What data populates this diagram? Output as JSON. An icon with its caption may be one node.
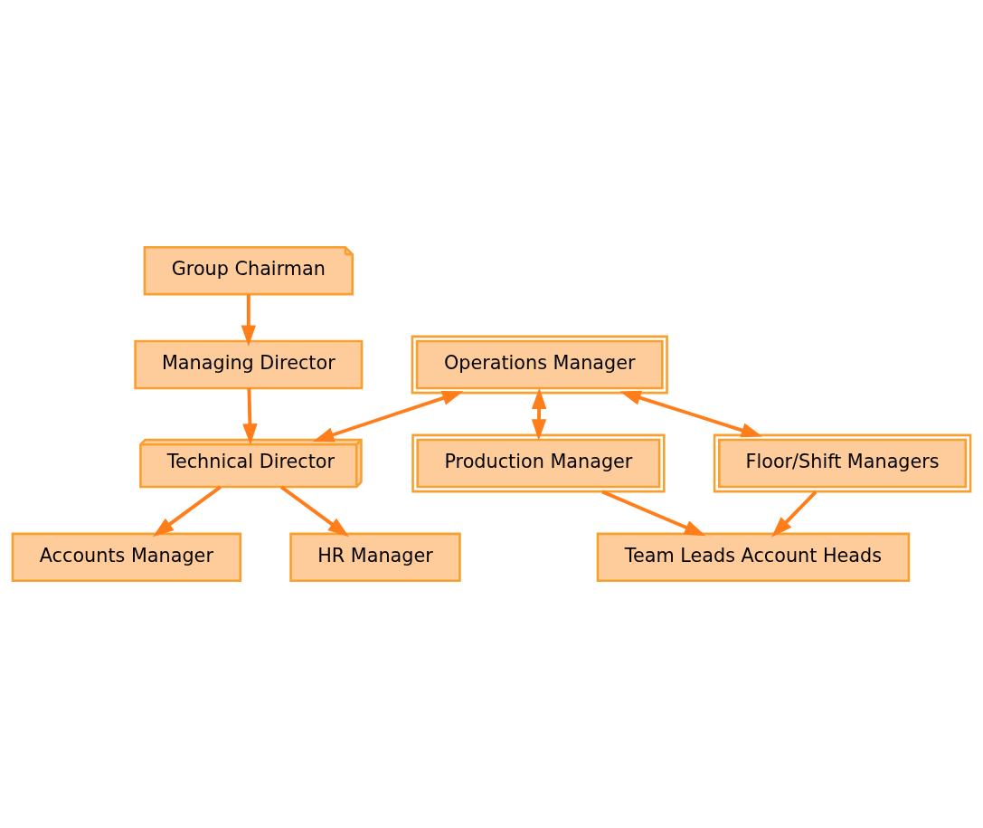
{
  "diagram": {
    "nodes": [
      {
        "text": [
          "Group Chairman"
        ]
      },
      {
        "text": [
          "Managing Director"
        ]
      },
      {
        "text": [
          "Technical Director"
        ]
      },
      {
        "text": [
          "Accounts Manager"
        ]
      },
      {
        "text": [
          "HR Manager"
        ]
      },
      {
        "text": [
          "Operations Manager"
        ]
      },
      {
        "text": [
          "Production Manager"
        ]
      },
      {
        "text": [
          "Floor/Shift Managers"
        ]
      },
      {
        "text": [
          "Team Leads Account Heads"
        ]
      }
    ],
    "edges": [
      {
        "from": 0,
        "to": 1,
        "arrow": "to"
      },
      {
        "from": 1,
        "to": 2,
        "arrow": "to"
      },
      {
        "from": 2,
        "to": 3,
        "arrow": "to"
      },
      {
        "from": 2,
        "to": 4,
        "arrow": "to"
      },
      {
        "from": 5,
        "to": 2,
        "arrow": "both"
      },
      {
        "from": 5,
        "to": 6,
        "arrow": "both"
      },
      {
        "from": 5,
        "to": 7,
        "arrow": "both"
      },
      {
        "from": 6,
        "to": 8,
        "arrow": "to"
      },
      {
        "from": 7,
        "to": 8,
        "arrow": "to"
      }
    ]
  }
}
